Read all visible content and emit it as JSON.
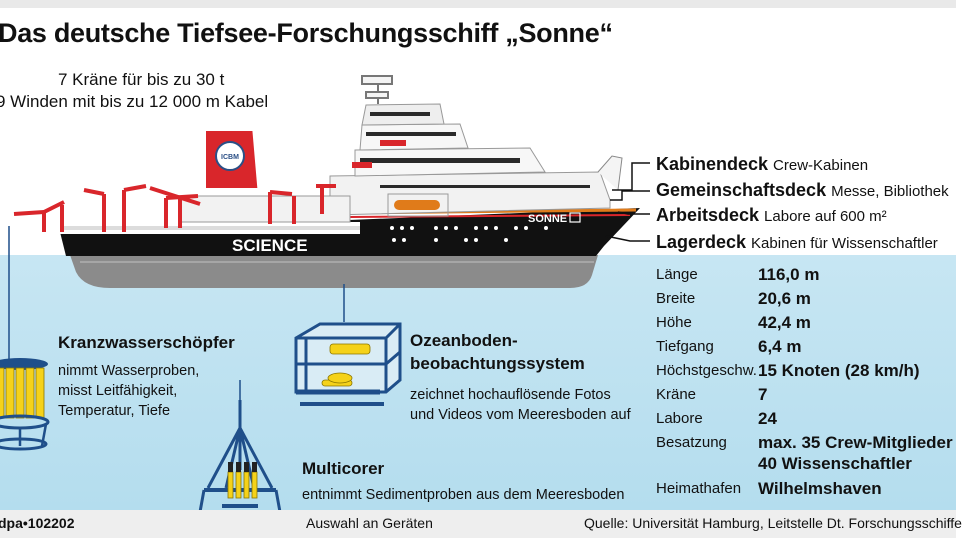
{
  "title": "Das deutsche Tiefsee-Forschungsschiff „Sonne“",
  "cranes_line": "7 Kräne für bis zu 30 t",
  "winches_line": "9 Winden mit bis zu 12 000 m Kabel",
  "ship": {
    "hull_text": "SCIENCE",
    "name_text": "SONNE",
    "funnel_text": "ICBM"
  },
  "decks": [
    {
      "name": "Kabinendeck",
      "desc": "Crew-Kabinen"
    },
    {
      "name": "Gemeinschaftsdeck",
      "desc": "Messe, Bibliothek"
    },
    {
      "name": "Arbeitsdeck",
      "desc": "Labore auf 600 m²"
    },
    {
      "name": "Lagerdeck",
      "desc": "Kabinen für Wissenschaftler"
    }
  ],
  "specs": [
    {
      "label": "Länge",
      "value": "116,0 m"
    },
    {
      "label": "Breite",
      "value": "20,6 m"
    },
    {
      "label": "Höhe",
      "value": "42,4 m"
    },
    {
      "label": "Tiefgang",
      "value": "6,4 m"
    },
    {
      "label": "Höchstgeschw.",
      "value": "15 Knoten (28 km/h)"
    },
    {
      "label": "Kräne",
      "value": "7"
    },
    {
      "label": "Labore",
      "value": "24"
    },
    {
      "label": "Besatzung",
      "value": "max. 35 Crew-Mitglieder",
      "value2": "40 Wissenschaftler"
    },
    {
      "label": "Heimathafen",
      "value": "Wilhelmshaven"
    }
  ],
  "equipment": {
    "kranz": {
      "name": "Kranzwasserschöpfer",
      "lines": [
        "nimmt Wasserproben,",
        "misst Leitfähigkeit,",
        "Temperatur, Tiefe"
      ]
    },
    "ozean": {
      "name1": "Ozeanboden-",
      "name2": "beobachtungssystem",
      "lines": [
        "zeichnet hochauflösende Fotos",
        "und Videos vom Meeresboden auf"
      ]
    },
    "multi": {
      "name": "Multicorer",
      "desc": "entnimmt Sedimentproben aus dem Meeresboden"
    }
  },
  "footer": {
    "id": "dpa•102202",
    "caption": "Auswahl an Geräten",
    "source": "Quelle: Universität Hamburg, Leitstelle Dt. Forschungsschiffe"
  },
  "colors": {
    "hull": "#111111",
    "crane": "#d9262b",
    "sea": "#bfe3f2",
    "cage": "#1f4f8a",
    "bottle": "#f5d21a"
  }
}
